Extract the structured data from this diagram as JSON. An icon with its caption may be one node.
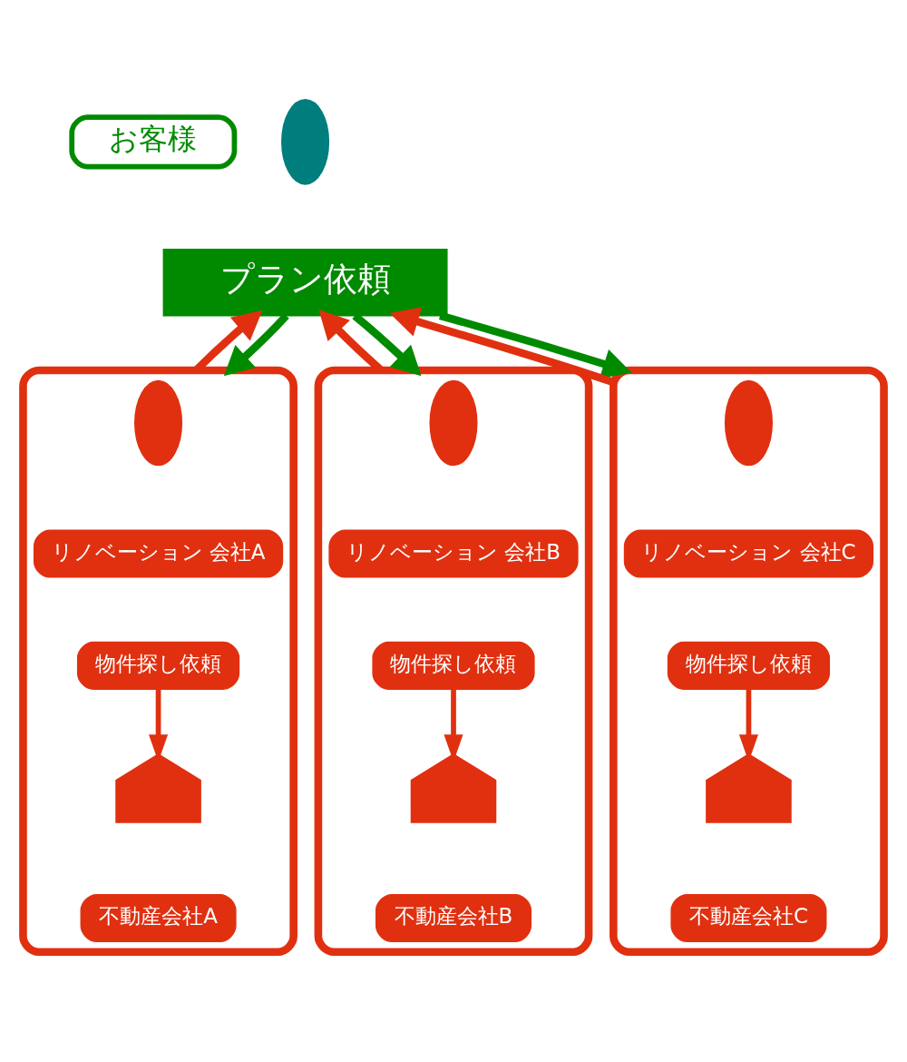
{
  "diagram": {
    "nodes": [
      {
        "text": [
          "お客様"
        ]
      },
      {
        "text": [],
        "shape": "person"
      },
      {
        "text": [
          "プラン依頼"
        ]
      },
      {
        "text": [],
        "shape": "box"
      },
      {
        "text": [],
        "shape": "person",
        "in": 3
      },
      {
        "text": [
          "リノベーション 会社A"
        ],
        "in": 3
      },
      {
        "text": [
          "物件探し依頼"
        ],
        "in": 3
      },
      {
        "text": [],
        "shape": "house",
        "in": 3
      },
      {
        "text": [
          "不動産会社A"
        ],
        "in": 3
      },
      {
        "text": [],
        "shape": "box"
      },
      {
        "text": [],
        "shape": "person",
        "in": 9
      },
      {
        "text": [
          "リノベーション 会社B"
        ],
        "in": 9
      },
      {
        "text": [
          "物件探し依頼"
        ],
        "in": 9
      },
      {
        "text": [],
        "shape": "house",
        "in": 9
      },
      {
        "text": [
          "不動産会社B"
        ],
        "in": 9
      },
      {
        "text": [],
        "shape": "box"
      },
      {
        "text": [],
        "shape": "person",
        "in": 15
      },
      {
        "text": [
          "リノベーション 会社C"
        ],
        "in": 15
      },
      {
        "text": [
          "物件探し依頼"
        ],
        "in": 15
      },
      {
        "text": [],
        "shape": "house",
        "in": 15
      },
      {
        "text": [
          "不動産会社C"
        ],
        "in": 15
      }
    ],
    "edges": [
      {
        "from": 2,
        "to": 3,
        "arrow": "to",
        "color": "#008a00"
      },
      {
        "from": 3,
        "to": 2,
        "arrow": "to"
      },
      {
        "from": 2,
        "to": 9,
        "arrow": "to",
        "color": "#008a00"
      },
      {
        "from": 9,
        "to": 2,
        "arrow": "to"
      },
      {
        "from": 2,
        "to": 15,
        "arrow": "to",
        "color": "#008a00"
      },
      {
        "from": 15,
        "to": 2,
        "arrow": "to"
      },
      {
        "from": 6,
        "to": 7,
        "arrow": "to"
      },
      {
        "from": 12,
        "to": 13,
        "arrow": "to"
      },
      {
        "from": 18,
        "to": 19,
        "arrow": "to"
      }
    ]
  }
}
